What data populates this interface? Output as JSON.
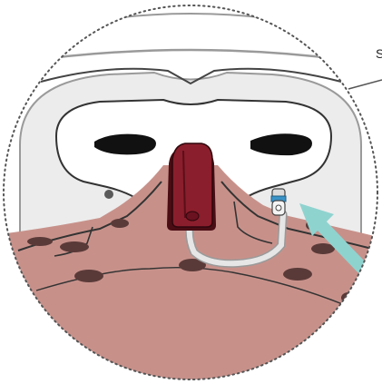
{
  "figure": {
    "caption_letter": "S",
    "colors": {
      "background": "#ffffff",
      "circle_border": "#555555",
      "cushion": "#ececec",
      "cushion_outline": "#333333",
      "gasket": "#ffffff",
      "eye_opening": "#111111",
      "skin": "#c7918a",
      "skin_hole": "#5a3a38",
      "nose_pad": "#8b1e2c",
      "nose_pad_shadow": "#4a0d14",
      "hose": "#e6e6e6",
      "connector_accent": "#3a93c8",
      "arrow": "#8fd3cf",
      "sensor_dot": "#5a5a5a"
    },
    "icons": [
      "leader-line",
      "pointer-arrow",
      "hose-connector-icon",
      "sensor-dot"
    ]
  }
}
